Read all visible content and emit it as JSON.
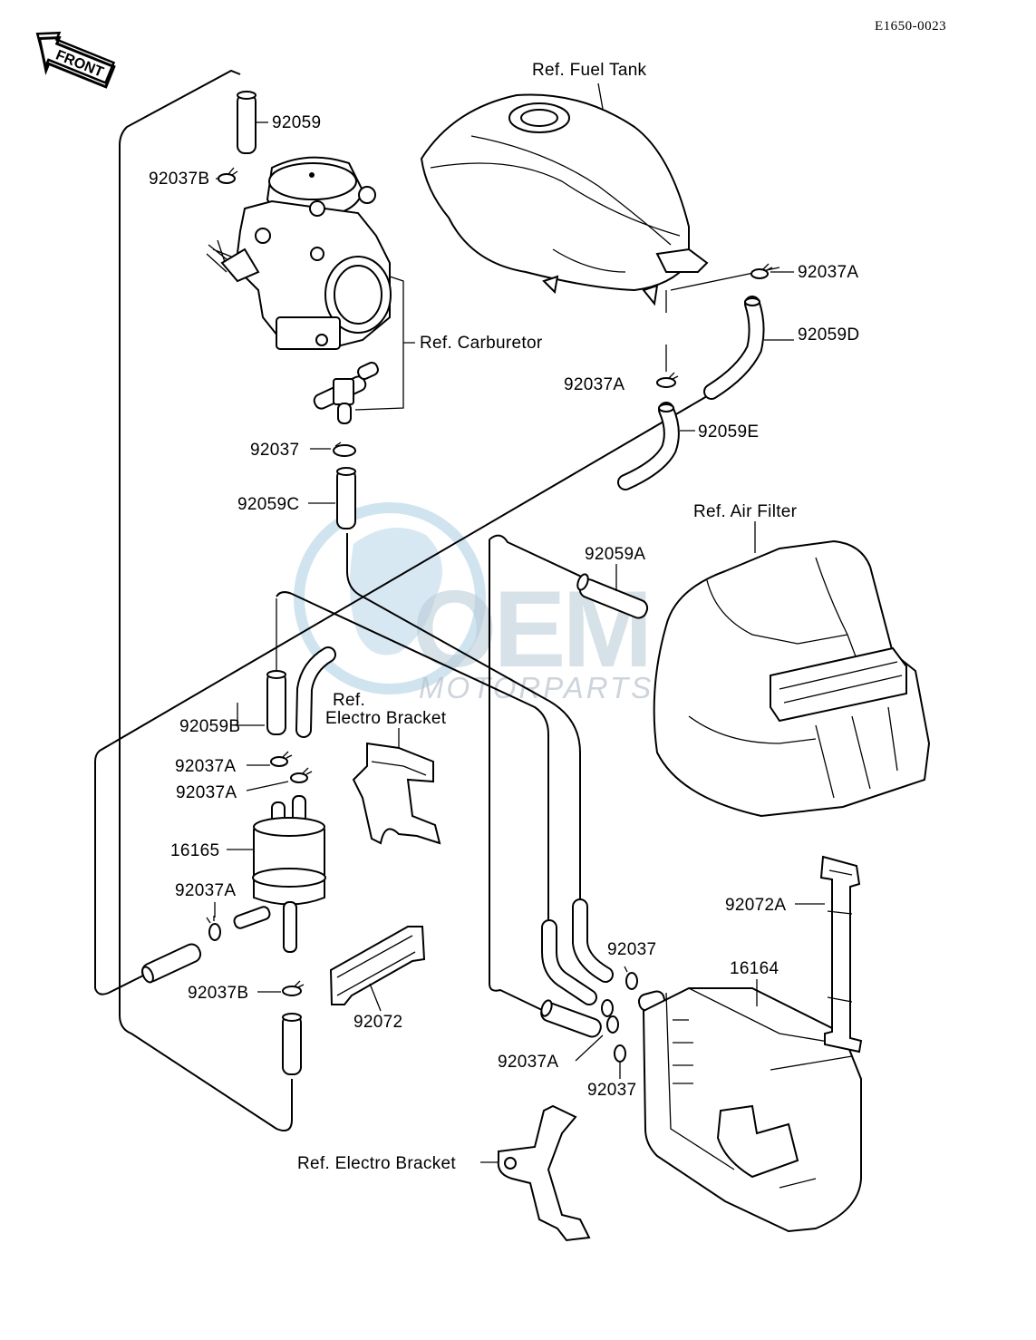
{
  "diagram_code": "E1650-0023",
  "front_arrow": "FRONT",
  "watermark": {
    "brand": "OEM",
    "sub": "MOTORPARTS"
  },
  "labels": {
    "p92059": "92059",
    "p92037B_top": "92037B",
    "ref_fuel_tank": "Ref. Fuel Tank",
    "p92037A_top": "92037A",
    "p92059D": "92059D",
    "ref_carburetor": "Ref. Carburetor",
    "p92037A_mid": "92037A",
    "p92059E": "92059E",
    "p92037_top": "92037",
    "p92059C": "92059C",
    "ref_air_filter": "Ref. Air Filter",
    "p92059A": "92059A",
    "p92059B": "92059B",
    "ref_electro_1a": "Ref.",
    "ref_electro_1b": "Electro Bracket",
    "p92037A_l1": "92037A",
    "p92037A_l2": "92037A",
    "p16165": "16165",
    "p92037A_l3": "92037A",
    "p92072A": "92072A",
    "p92037_r1": "92037",
    "p16164": "16164",
    "p92037B_bot": "92037B",
    "p92072": "92072",
    "p92037A_r": "92037A",
    "p92037_r2": "92037",
    "ref_electro_2": "Ref. Electro Bracket"
  }
}
